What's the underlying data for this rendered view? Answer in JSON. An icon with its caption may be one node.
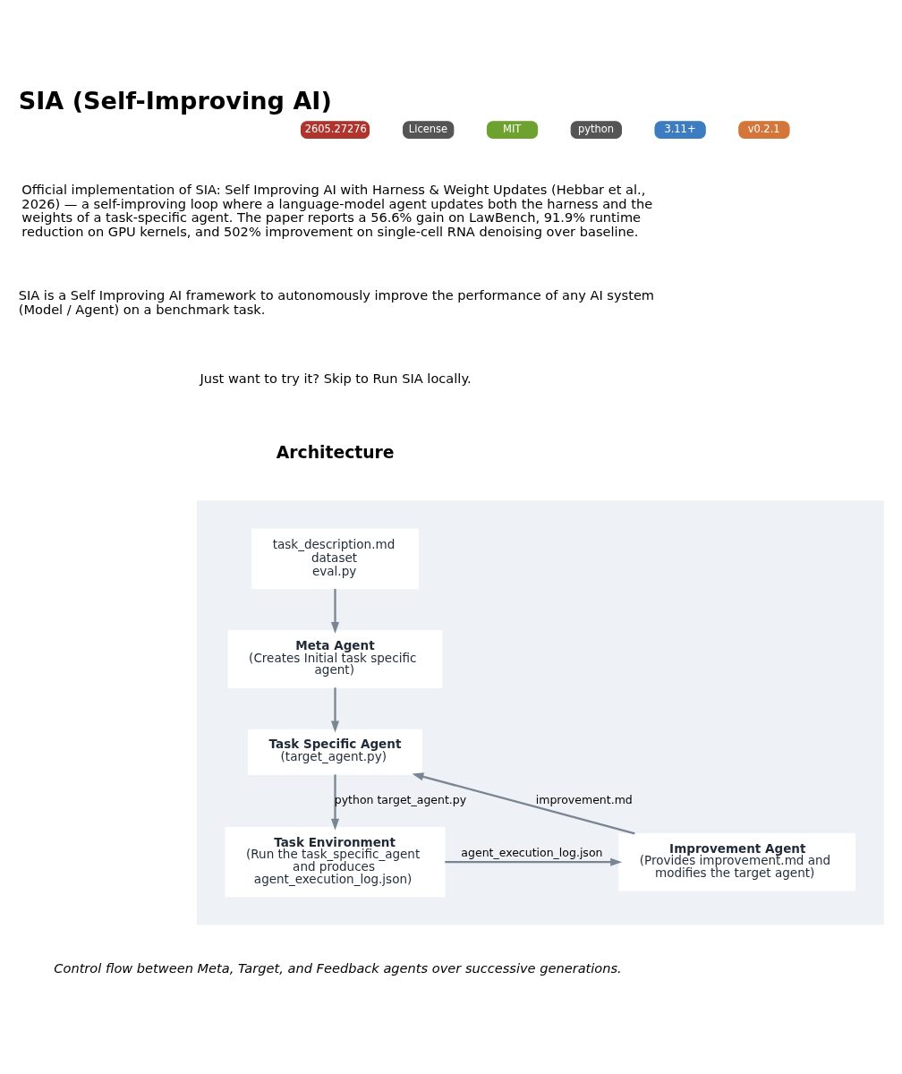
{
  "diagram": {
    "title": "SIA (Self-Improving AI)",
    "caption": "Control flow between Meta, Target, and Feedback agents over successive generations.",
    "nodes": [
      {
        "text": [],
        "shape": "box"
      },
      {
        "text": [
          "task_description.md",
          "dataset",
          "eval.py"
        ],
        "in": 0
      },
      {
        "text": [
          "Meta Agent",
          "(Creates Initial task specific agent)"
        ],
        "in": 0
      },
      {
        "text": [
          "Task Specific Agent",
          "(target_agent.py)"
        ],
        "in": 0
      },
      {
        "text": [
          "Task Environment",
          "(Run the task_specific_agent and produces agent_execution_log.json)"
        ],
        "in": 0
      },
      {
        "text": [
          "Improvement Agent",
          "(Provides improvement.md and modifies the target agent)"
        ],
        "in": 0
      }
    ],
    "edges": [
      {
        "from": 1,
        "to": 2,
        "arrow": "to"
      },
      {
        "from": 2,
        "to": 3,
        "arrow": "to"
      },
      {
        "from": 3,
        "to": 4,
        "arrow": "to",
        "label": "python target_agent.py"
      },
      {
        "from": 4,
        "to": 5,
        "arrow": "to",
        "label": "agent_execution_log.json"
      },
      {
        "from": 5,
        "to": 3,
        "arrow": "to",
        "label": "improvement.md"
      }
    ],
    "labels": [
      "2605.27276",
      "License",
      "MIT",
      "python",
      "3.11+",
      "v0.2.1",
      "Official implementation of SIA: Self Improving AI with Harness & Weight Updates (Hebbar et al., 2026) — a self-improving loop where a language-model agent updates both the harness and the weights of a task-specific agent. The paper reports a 56.6% gain on LawBench, 91.9% runtime reduction on GPU kernels, and 502% improvement on single-cell RNA denoising over baseline.",
      "SIA is a Self Improving AI framework to autonomously improve the performance of any AI system (Model / Agent) on a benchmark task.",
      "Just want to try it? Skip to Run SIA locally.",
      "Architecture"
    ]
  }
}
